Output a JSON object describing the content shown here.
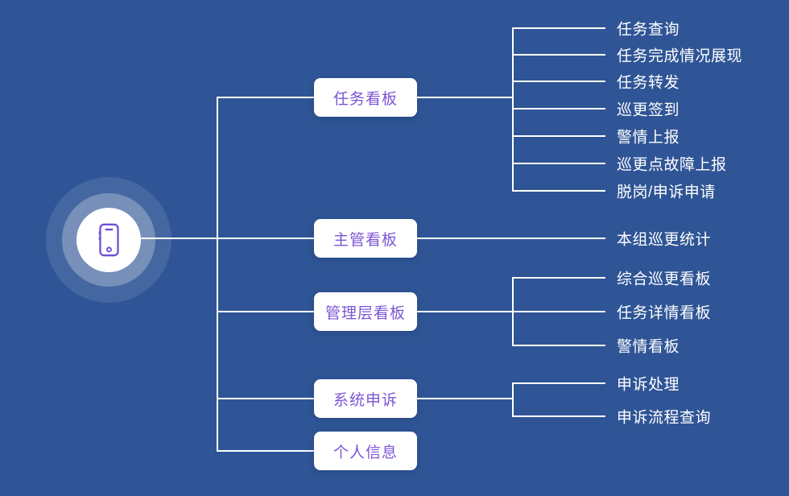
{
  "diagram": {
    "background": "#2f5596",
    "accent": "#7c55d6",
    "line_color": "#ffffff",
    "leaf_text_color": "#ffffff",
    "root": {
      "icon": "phone-icon"
    },
    "groups": [
      {
        "label": "任务看板",
        "children": [
          "任务查询",
          "任务完成情况展现",
          "任务转发",
          "巡更签到",
          "警情上报",
          "巡更点故障上报",
          "脱岗/申诉申请"
        ]
      },
      {
        "label": "主管看板",
        "children": [
          "本组巡更统计"
        ]
      },
      {
        "label": "管理层看板",
        "children": [
          "综合巡更看板",
          "任务详情看板",
          "警情看板"
        ]
      },
      {
        "label": "系统申诉",
        "children": [
          "申诉处理",
          "申诉流程查询"
        ]
      },
      {
        "label": "个人信息",
        "children": []
      }
    ]
  }
}
